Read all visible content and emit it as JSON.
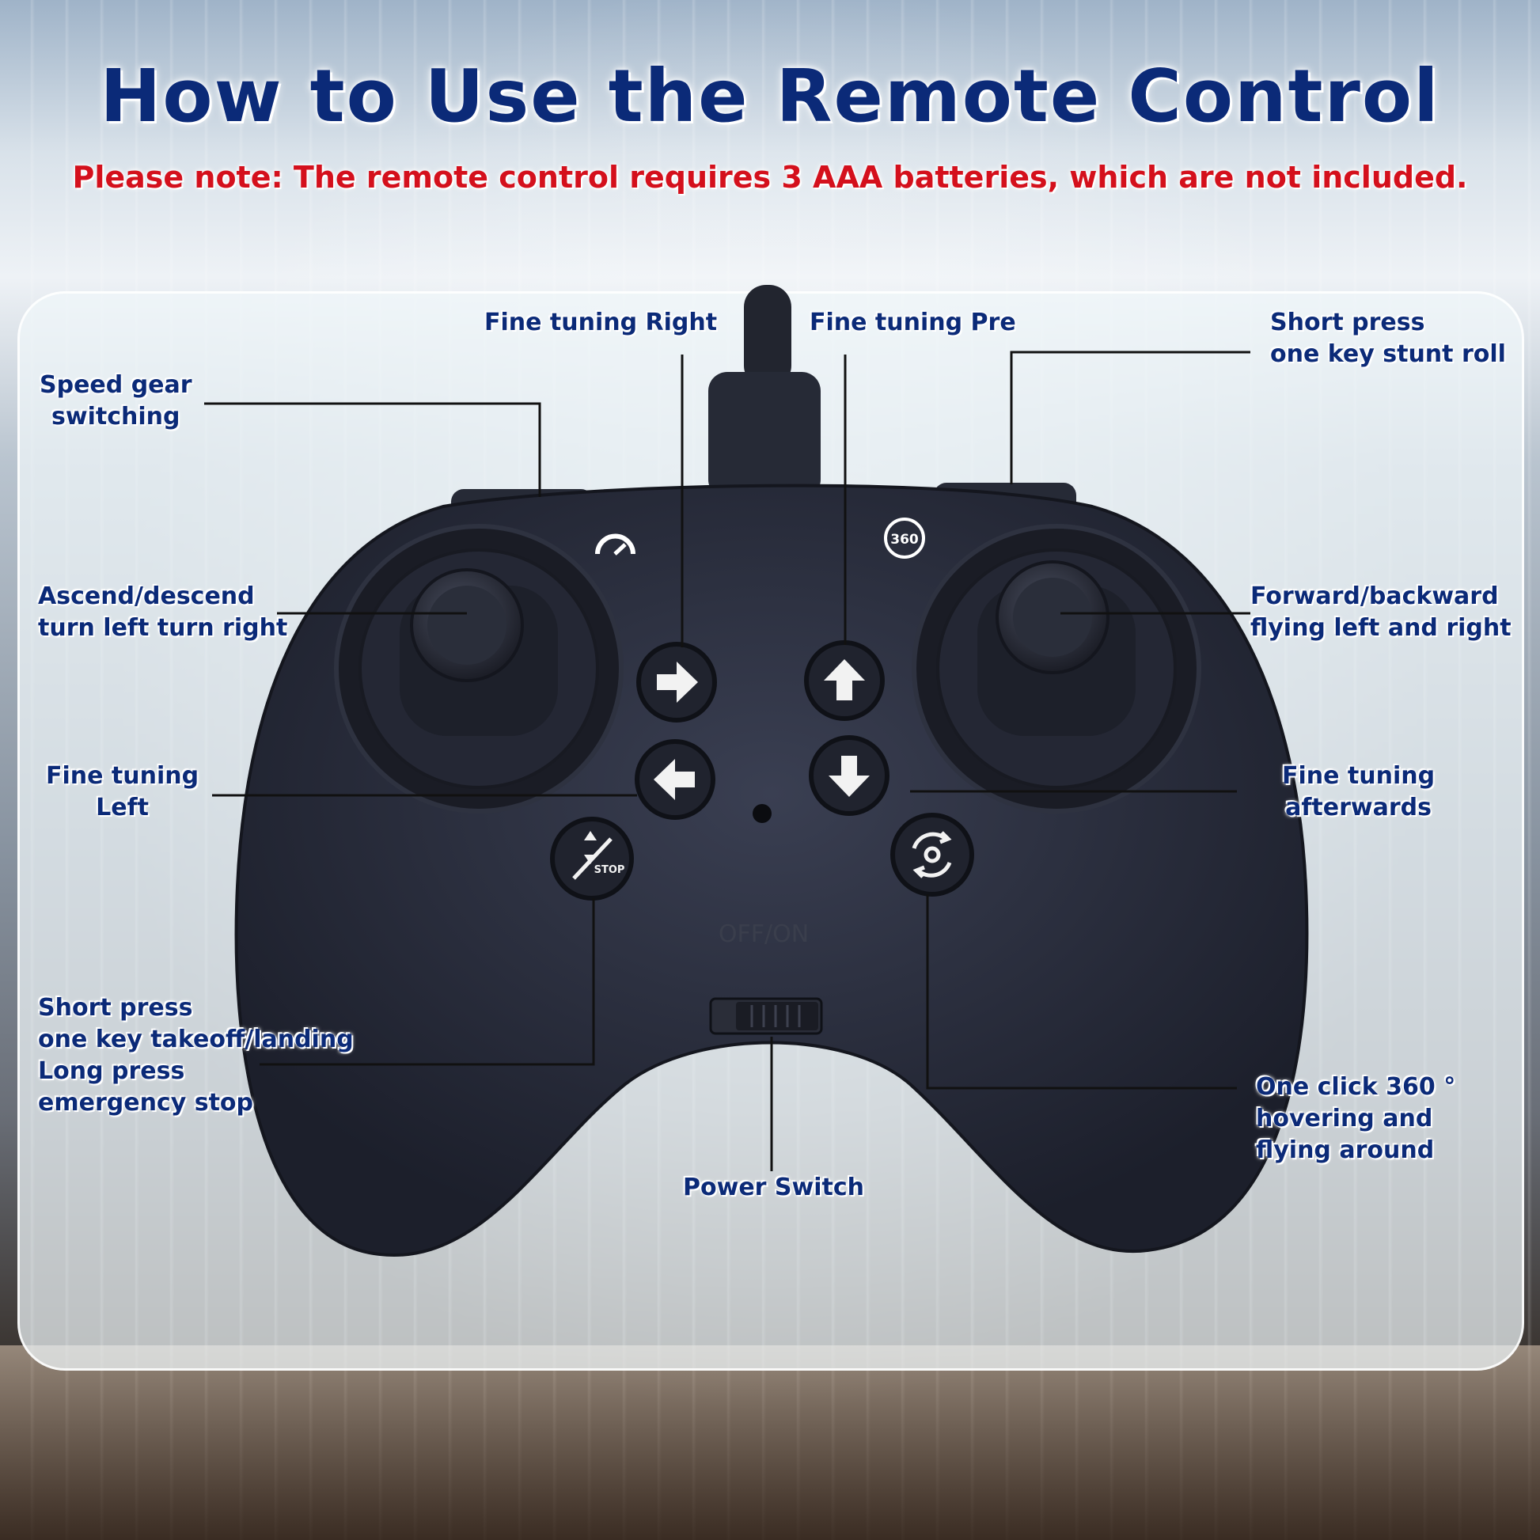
{
  "title": "How to Use the Remote Control",
  "note": "Please note: The remote control requires 3 AAA batteries, which are not included.",
  "labels": {
    "fine_tuning_right": "Fine tuning Right",
    "fine_tuning_pre": "Fine tuning Pre",
    "stunt_roll": [
      "Short press",
      "one key stunt roll"
    ],
    "speed_gear": [
      "Speed gear",
      "switching"
    ],
    "ascend_descend": [
      "Ascend/descend",
      "turn left turn right"
    ],
    "forward_backward": [
      "Forward/backward",
      "flying left and right"
    ],
    "fine_tuning_left": [
      "Fine tuning",
      "Left"
    ],
    "fine_tuning_afterwards": [
      "Fine tuning",
      "afterwards"
    ],
    "takeoff_landing": [
      "Short press",
      "one key takeoff/landing",
      "Long press",
      "emergency stop"
    ],
    "one_click_360": [
      "One click 360 °",
      "hovering and",
      "flying around"
    ],
    "power_switch": "Power Switch"
  },
  "controller": {
    "badge_360": "360",
    "stop_label": "STOP",
    "switch_label": "OFF/ON"
  },
  "colors": {
    "title": "#0b2a78",
    "note": "#d4101c",
    "label": "#0b2a78",
    "controller": "#1f2230"
  },
  "icons": [
    "arrow-right-icon",
    "arrow-up-icon",
    "arrow-left-icon",
    "arrow-down-icon",
    "speed-gauge-icon",
    "roll-360-icon",
    "stop-icon",
    "rotate-360-icon"
  ]
}
